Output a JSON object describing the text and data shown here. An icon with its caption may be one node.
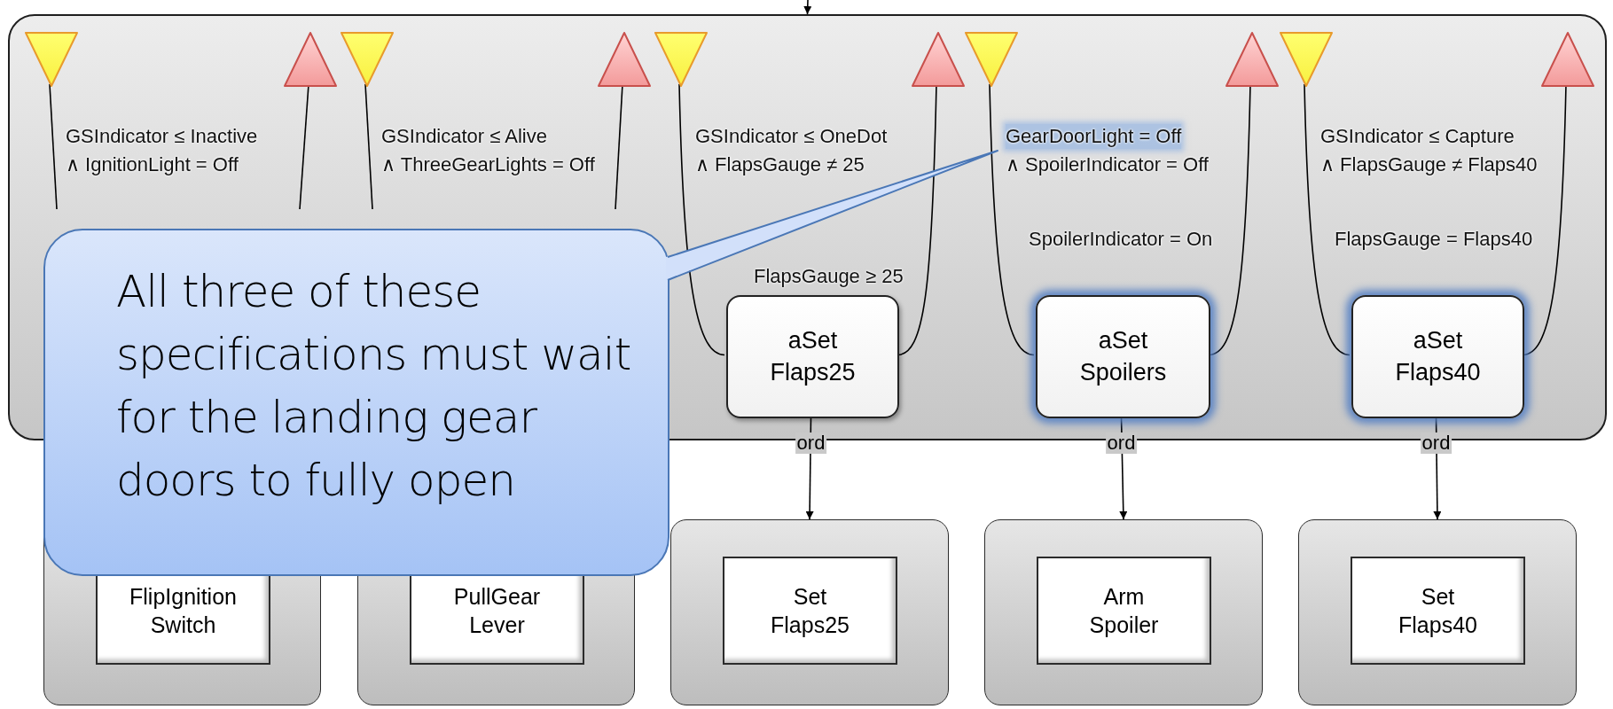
{
  "diagram": {
    "nodes": [
      {
        "text": [],
        "shape": "box"
      },
      {
        "text": [],
        "shape": "triangle",
        "in": 0
      },
      {
        "text": [],
        "shape": "triangle",
        "in": 0
      },
      {
        "text": [],
        "shape": "triangle",
        "in": 0
      },
      {
        "text": [],
        "shape": "triangle",
        "in": 0
      },
      {
        "text": [],
        "shape": "triangle",
        "in": 0
      },
      {
        "text": [],
        "shape": "triangle",
        "in": 0
      },
      {
        "text": [],
        "shape": "triangle",
        "in": 0
      },
      {
        "text": [],
        "shape": "triangle",
        "in": 0
      },
      {
        "text": [],
        "shape": "triangle",
        "in": 0
      },
      {
        "text": [],
        "shape": "triangle",
        "in": 0
      },
      {
        "text": [
          "aSet Flaps25"
        ],
        "in": 0
      },
      {
        "text": [
          "aSet Spoilers"
        ],
        "in": 0
      },
      {
        "text": [
          "aSet Flaps40"
        ],
        "in": 0
      },
      {
        "text": [],
        "shape": "box"
      },
      {
        "text": [
          "FlipIgnition Switch"
        ],
        "in": 14
      },
      {
        "text": [],
        "shape": "box"
      },
      {
        "text": [
          "PullGear Lever"
        ],
        "in": 16
      },
      {
        "text": [],
        "shape": "box"
      },
      {
        "text": [
          "Set Flaps25"
        ],
        "in": 18
      },
      {
        "text": [],
        "shape": "box"
      },
      {
        "text": [
          "Arm Spoiler"
        ],
        "in": 20
      },
      {
        "text": [],
        "shape": "box"
      },
      {
        "text": [
          "Set Flaps40"
        ],
        "in": 22
      },
      {
        "text": [
          "All three of these specifications must wait for the landing gear doors to fully open"
        ]
      }
    ],
    "edges": [
      {
        "from": null,
        "to": 0,
        "arrow": "to"
      },
      {
        "from": 1,
        "to": null,
        "arrow": "none"
      },
      {
        "from": null,
        "to": 2,
        "arrow": "none"
      },
      {
        "from": 3,
        "to": null,
        "arrow": "none"
      },
      {
        "from": null,
        "to": 4,
        "arrow": "none"
      },
      {
        "from": 5,
        "to": 11,
        "arrow": "none"
      },
      {
        "from": 11,
        "to": 6,
        "arrow": "none"
      },
      {
        "from": 7,
        "to": 12,
        "arrow": "none"
      },
      {
        "from": 12,
        "to": 8,
        "arrow": "none"
      },
      {
        "from": 9,
        "to": 13,
        "arrow": "none"
      },
      {
        "from": 13,
        "to": 10,
        "arrow": "none"
      },
      {
        "from": 11,
        "to": 18,
        "arrow": "to",
        "label": "ord"
      },
      {
        "from": 12,
        "to": 20,
        "arrow": "to",
        "label": "ord"
      },
      {
        "from": 13,
        "to": 22,
        "arrow": "to",
        "label": "ord"
      }
    ],
    "labels": [
      "GSIndicator ≤ Inactive",
      "∧ IgnitionLight = Off",
      "GSIndicator ≤ Alive",
      "∧ ThreeGearLights = Off",
      "GSIndicator ≤ OneDot",
      "∧ FlapsGauge ≠ 25",
      "FlapsGauge ≥ 25",
      "GearDoorLight = Off",
      "∧ SpoilerIndicator = Off",
      "SpoilerIndicator = On",
      "GSIndicator ≤ Capture",
      "∧ FlapsGauge ≠ Flaps40",
      "FlapsGauge = Flaps40"
    ]
  }
}
